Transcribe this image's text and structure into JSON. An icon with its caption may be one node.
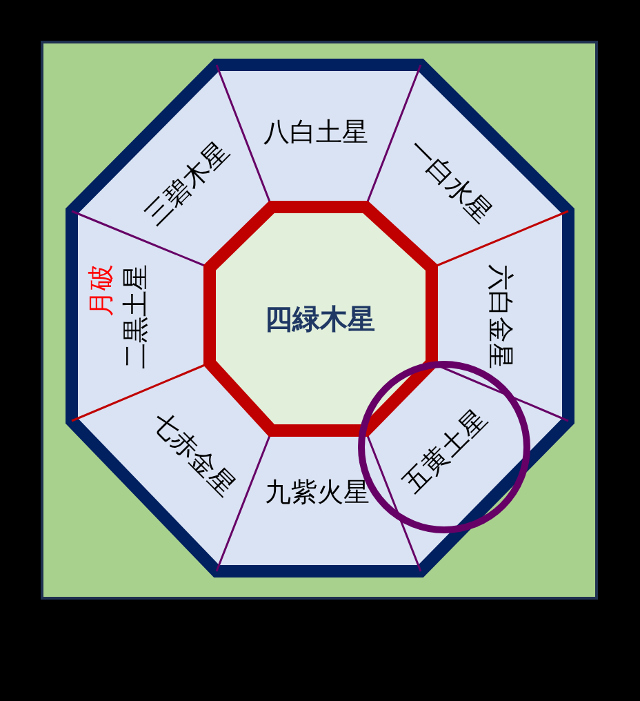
{
  "diagram": {
    "nodes": [
      {
        "text": [
          "四緑木星"
        ]
      },
      {
        "text": [
          "八白土星"
        ]
      },
      {
        "text": [
          "一白水星"
        ]
      },
      {
        "text": [
          "六白金星"
        ]
      },
      {
        "text": [
          "五黄土星"
        ]
      },
      {
        "text": [
          "九紫火星"
        ]
      },
      {
        "text": [
          "七赤金星"
        ]
      },
      {
        "text": [
          "月破",
          "二黒土星"
        ]
      },
      {
        "text": [
          "三碧木星"
        ]
      }
    ]
  }
}
